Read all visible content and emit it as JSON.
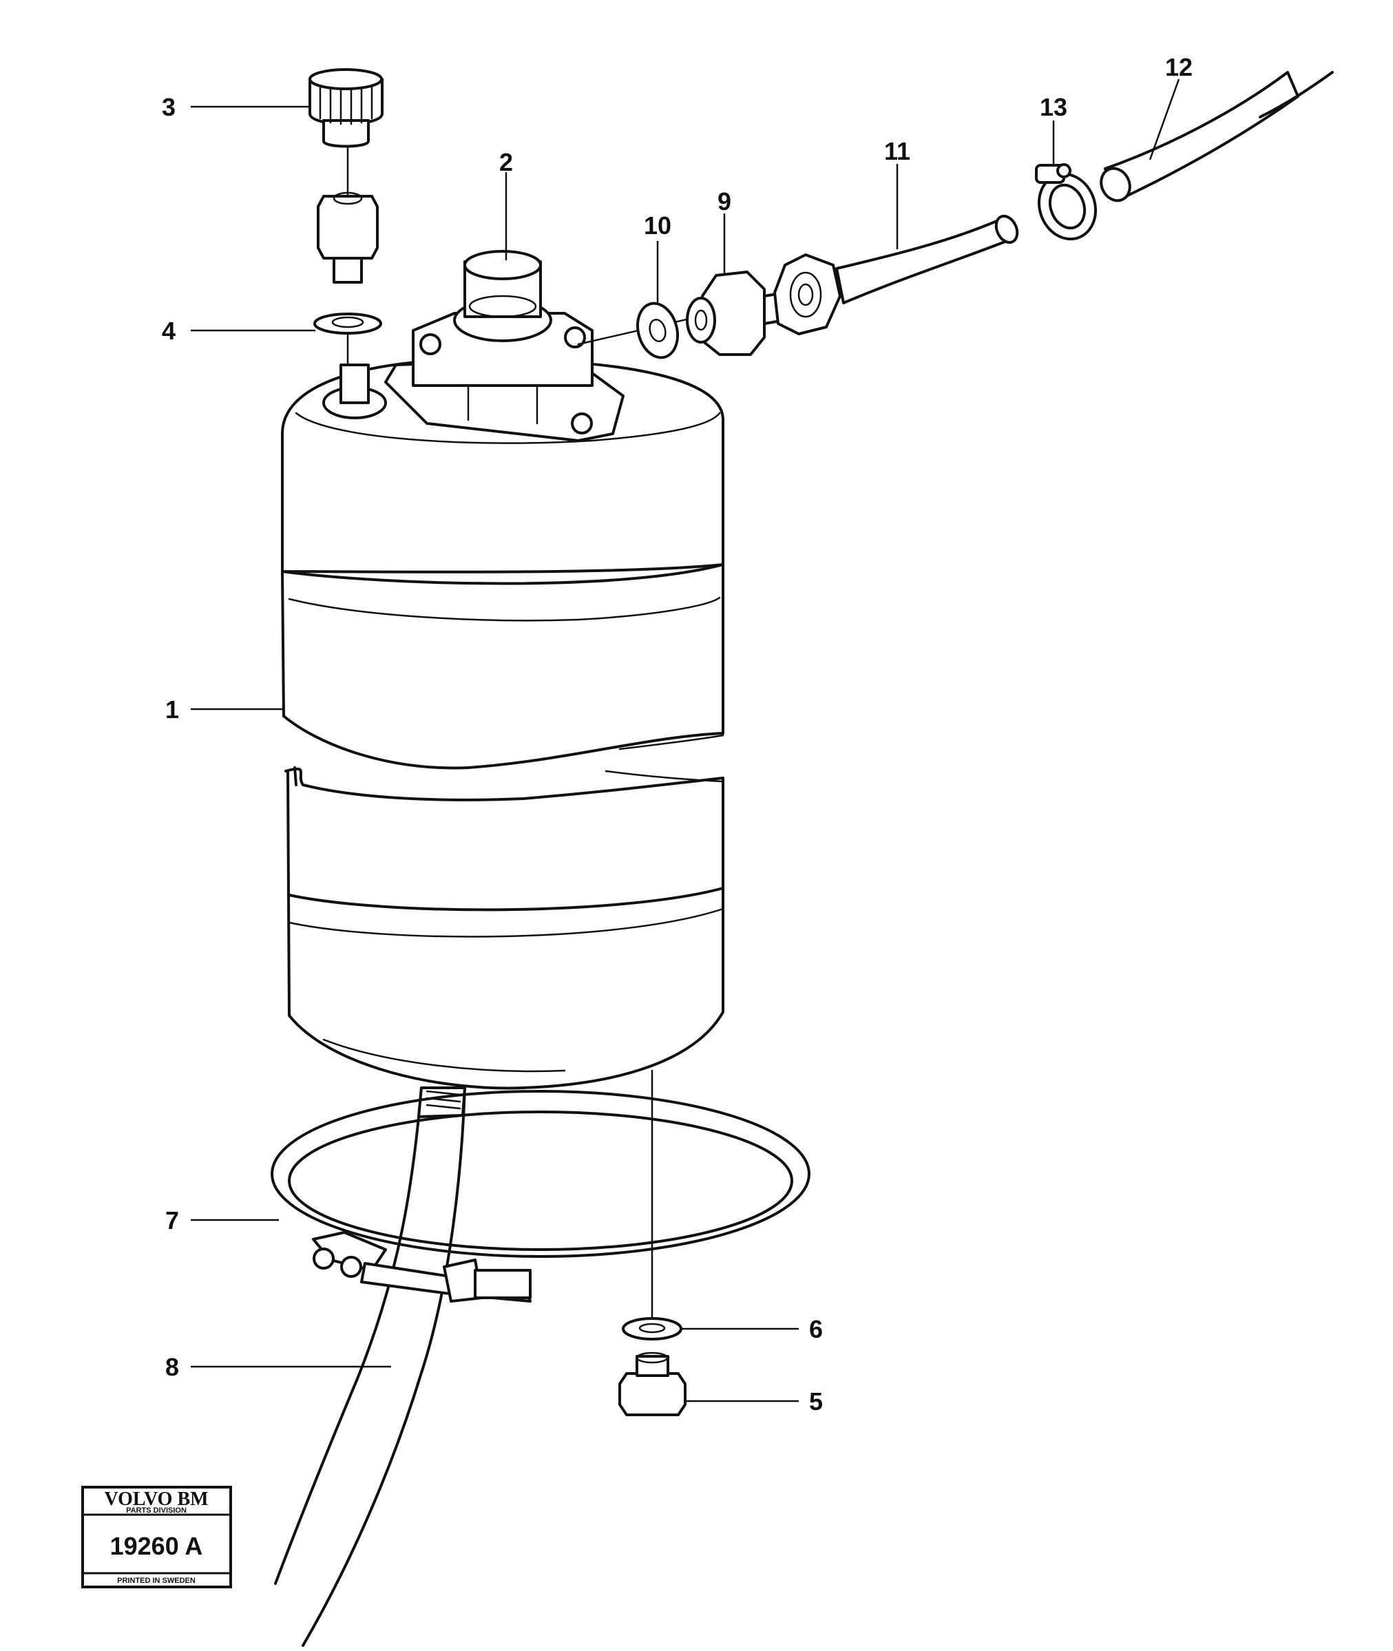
{
  "diagram": {
    "callouts": [
      "1",
      "2",
      "3",
      "4",
      "5",
      "6",
      "7",
      "8",
      "9",
      "10",
      "11",
      "12",
      "13"
    ]
  },
  "stamp": {
    "brand": "VOLVO BM",
    "division": "PARTS DIVISION",
    "code": "19260 A",
    "printed": "PRINTED IN SWEDEN"
  }
}
